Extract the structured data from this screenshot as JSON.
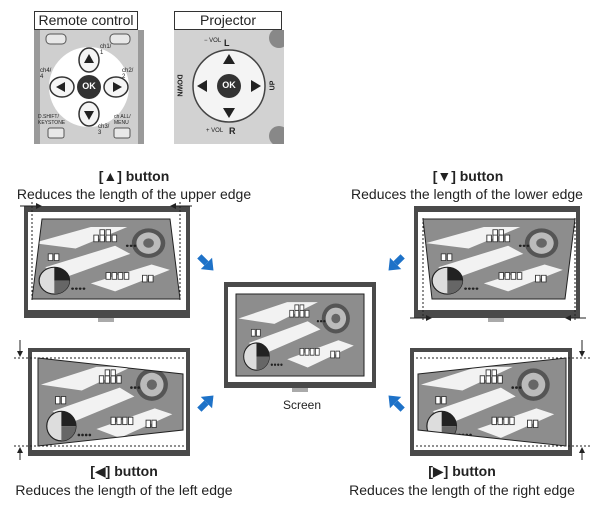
{
  "panels": {
    "remote_label": "Remote control",
    "projector_label": "Projector"
  },
  "remote": {
    "up_label": "ch1/\n1",
    "down_label": "ch3/\n3",
    "left_label": "ch4/\n4",
    "right_label": "ch2/\n2",
    "ok_label": "OK",
    "keystone_label": "D.SHIFT/\nKEYSTONE",
    "menu_label": "ch ALL/\nMENU"
  },
  "projector": {
    "ok_label": "OK",
    "l_label": "L",
    "r_label": "R",
    "up_label": "UP",
    "down_label": "DOWN",
    "vol_minus": "− VOL",
    "vol_plus": "+ VOL"
  },
  "examples": {
    "up": {
      "title": "[▲] button",
      "desc": "Reduces the length of the upper edge"
    },
    "down": {
      "title": "[▼] button",
      "desc": "Reduces the length of the lower edge"
    },
    "left": {
      "title": "[◀] button",
      "desc": "Reduces the length of the left edge"
    },
    "right": {
      "title": "[▶] button",
      "desc": "Reduces the length of the right edge"
    }
  },
  "screen_caption": "Screen",
  "colors": {
    "arrow": "#1e72c8",
    "screen_frame": "#4a4a4a",
    "screen_bg": "#ffffff",
    "image_bg": "#8d8d8d",
    "panel_bg": "#d6d6d6"
  }
}
